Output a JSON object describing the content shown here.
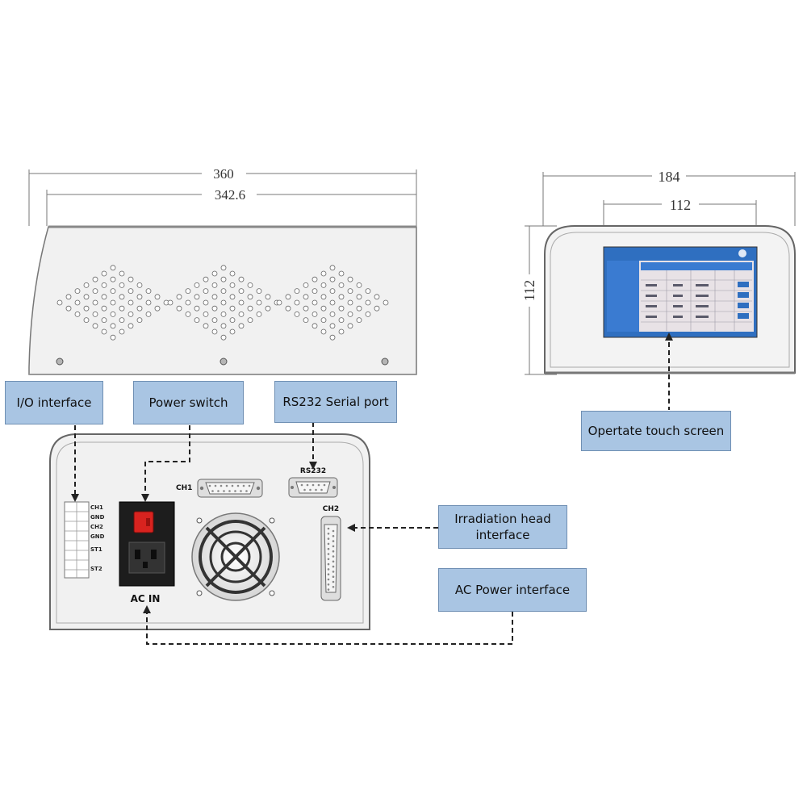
{
  "dimensions": {
    "side_total": "360",
    "side_inner": "342.6",
    "front_width": "184",
    "screen_width": "112",
    "front_height": "112",
    "screen_height": "67"
  },
  "panel_labels": {
    "ch1": "CH1",
    "rs232": "RS232",
    "ch2": "CH2",
    "ac_in": "AC IN",
    "terminals": [
      "CH1",
      "GND",
      "CH2",
      "GND",
      "ST1",
      "ST2"
    ]
  },
  "callouts": {
    "io_interface": "I/O interface",
    "power_switch": "Power switch",
    "rs232_port": "RS232 Serial port",
    "touch_screen": "Opertate touch screen",
    "irradiation_line1": "Irradiation head",
    "irradiation_line2": "interface",
    "ac_power": "AC Power interface"
  },
  "colors": {
    "callout_fill": "#a9c5e3",
    "screen_blue": "#2f6fc0",
    "switch_red": "#d8231f"
  }
}
